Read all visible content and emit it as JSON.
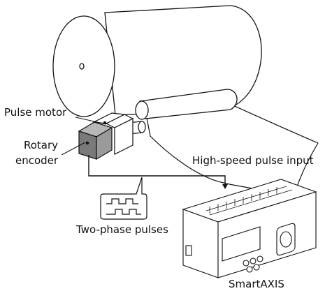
{
  "labels": {
    "pulse_motor": "Pulse motor",
    "rotary_encoder_line1": "Rotary",
    "rotary_encoder_line2": "encoder",
    "high_speed_input": "High-speed pulse input",
    "two_phase_pulses": "Two-phase pulses",
    "controller": "SmartAXIS"
  },
  "colors": {
    "line": "#111111",
    "encoder_front": "#7a7a7a",
    "encoder_top": "#b8b8b8",
    "encoder_side": "#9a9a9a",
    "background": "#ffffff"
  }
}
